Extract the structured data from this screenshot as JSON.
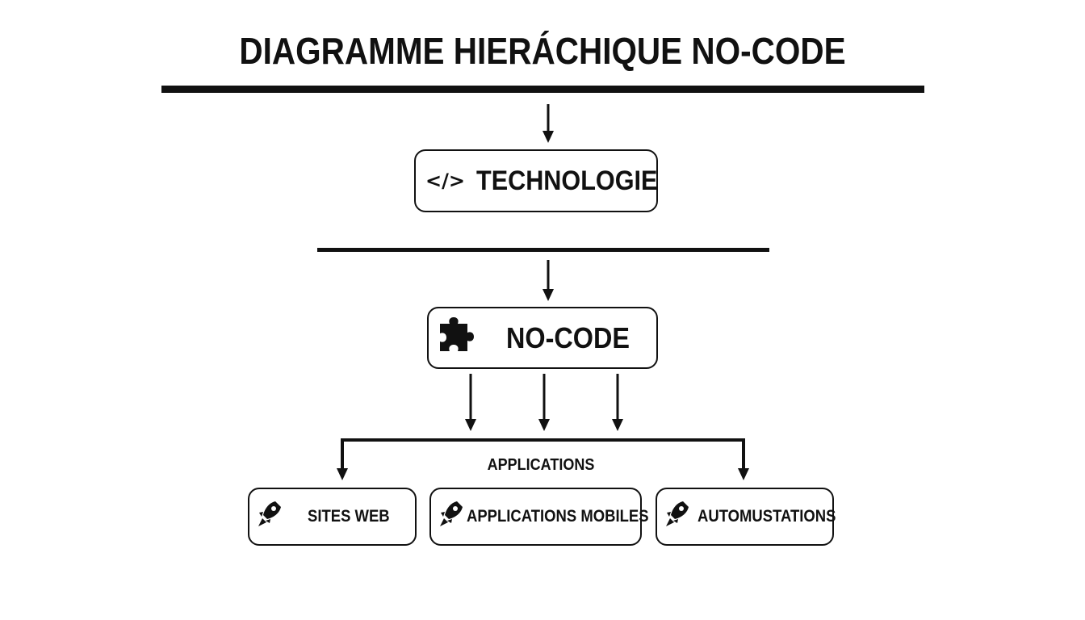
{
  "title": "DIAGRAMME HIERÁCHIQUE NO-CODE",
  "nodes": {
    "technologie": {
      "icon": "code-icon",
      "icon_text": "</>",
      "label": "TECHNOLOGIE"
    },
    "nocode": {
      "icon": "puzzle-piece-icon",
      "label": "NO-CODE"
    },
    "group_label": "APPLICATIONS",
    "leaves": [
      {
        "icon": "rocket-icon",
        "label": "SITES WEB"
      },
      {
        "icon": "rocket-icon",
        "label": "APPLICATIONS MOBILES"
      },
      {
        "icon": "rocket-icon",
        "label": "AUTOMUSTATIONS"
      }
    ]
  },
  "colors": {
    "ink": "#111111",
    "background": "#ffffff"
  }
}
